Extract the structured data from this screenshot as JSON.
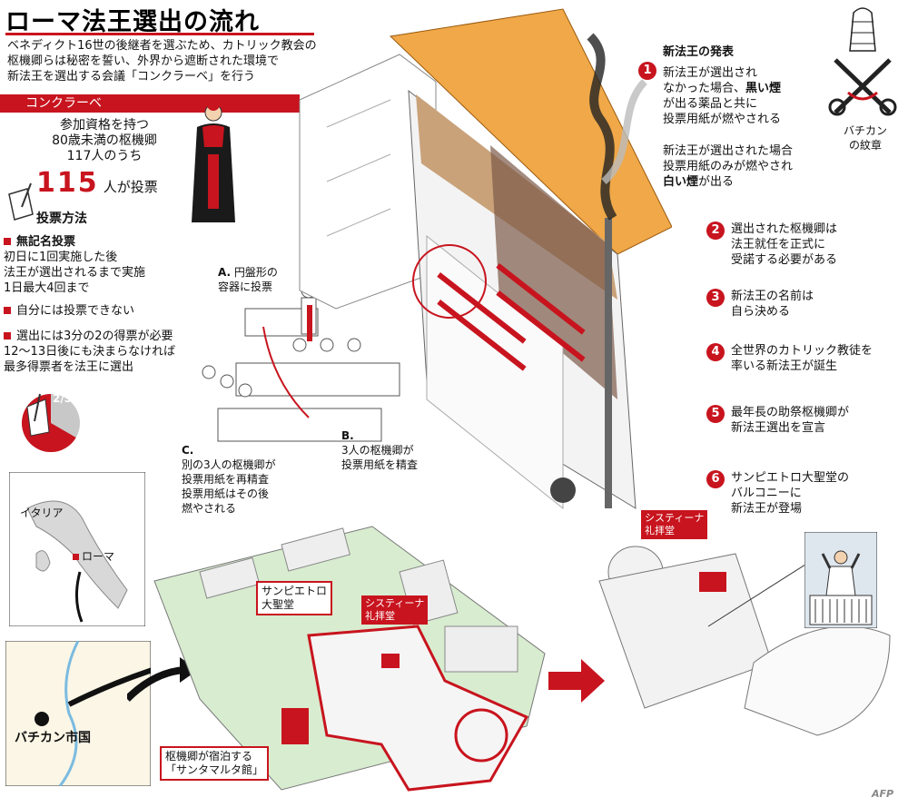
{
  "title": "ローマ法王選出の流れ",
  "intro": "ベネディクト16世の後継者を選ぶため、カトリック教会の\n枢機卿らは秘密を誓い、外界から遮断された環境で\n新法王を選出する会議「コンクラーベ」を行う",
  "conclave": {
    "label": "コンクラーベ",
    "eligible": "参加資格を持つ\n80歳未満の枢機卿\n117人のうち",
    "vote_number": "115",
    "vote_suffix": "人が投票"
  },
  "method": {
    "title": "投票方法",
    "rule1_bold": "無記名投票",
    "rule1_text": "初日に1回実施した後\n法王が選出されるまで実施\n1日最大4回まで",
    "rule2": "自分には投票できない",
    "rule3": "選出には3分の2の得票が必要\n12～13日後にも決まらなければ\n最多得票者を法王に選出",
    "fraction": "2/3"
  },
  "steps": {
    "a_letter": "A.",
    "a_text": "円盤形の\n容器に投票",
    "b_letter": "B.",
    "b_text": "3人の枢機卿が\n投票用紙を精査",
    "c_letter": "C.",
    "c_text": "別の3人の枢機卿が\n投票用紙を再精査\n投票用紙はその後\n燃やされる"
  },
  "announcement": {
    "title": "新法王の発表",
    "items": [
      {
        "num": "1",
        "pre": "新法王が選出され\nなかった場合、",
        "bold": "黒い煙",
        "post": "\nが出る薬品と共に\n投票用紙が燃やされる"
      },
      {
        "num": "",
        "pre": "新法王が選出された場合\n投票用紙のみが燃やされ\n",
        "bold": "白い煙",
        "post": "が出る"
      },
      {
        "num": "2",
        "pre": "選出された枢機卿は\n法王就任を正式に\n受諾する必要がある",
        "bold": "",
        "post": ""
      },
      {
        "num": "3",
        "pre": "新法王の名前は\n自ら決める",
        "bold": "",
        "post": ""
      },
      {
        "num": "4",
        "pre": "全世界のカトリック教徒を\n率いる新法王が誕生",
        "bold": "",
        "post": ""
      },
      {
        "num": "5",
        "pre": "最年長の助祭枢機卿が\n新法王選出を宣言",
        "bold": "",
        "post": ""
      },
      {
        "num": "6",
        "pre": "サンピエトロ大聖堂の\nバルコニーに\n新法王が登場",
        "bold": "",
        "post": ""
      }
    ]
  },
  "emblem_label": "バチカン\nの紋章",
  "map": {
    "italy": "イタリア",
    "rome": "ローマ",
    "vatican": "バチカン市国"
  },
  "labels": {
    "st_peters": "サンピエトロ\n大聖堂",
    "sistine": "システィーナ\n礼拝堂",
    "sistine2": "システィーナ\n礼拝堂",
    "santa_marta": "枢機卿が宿泊する\n「サンタマルタ館」"
  },
  "credit": "AFP",
  "colors": {
    "accent": "#c8141e",
    "roof": "#f0a848",
    "green": "#d8ecd0"
  }
}
